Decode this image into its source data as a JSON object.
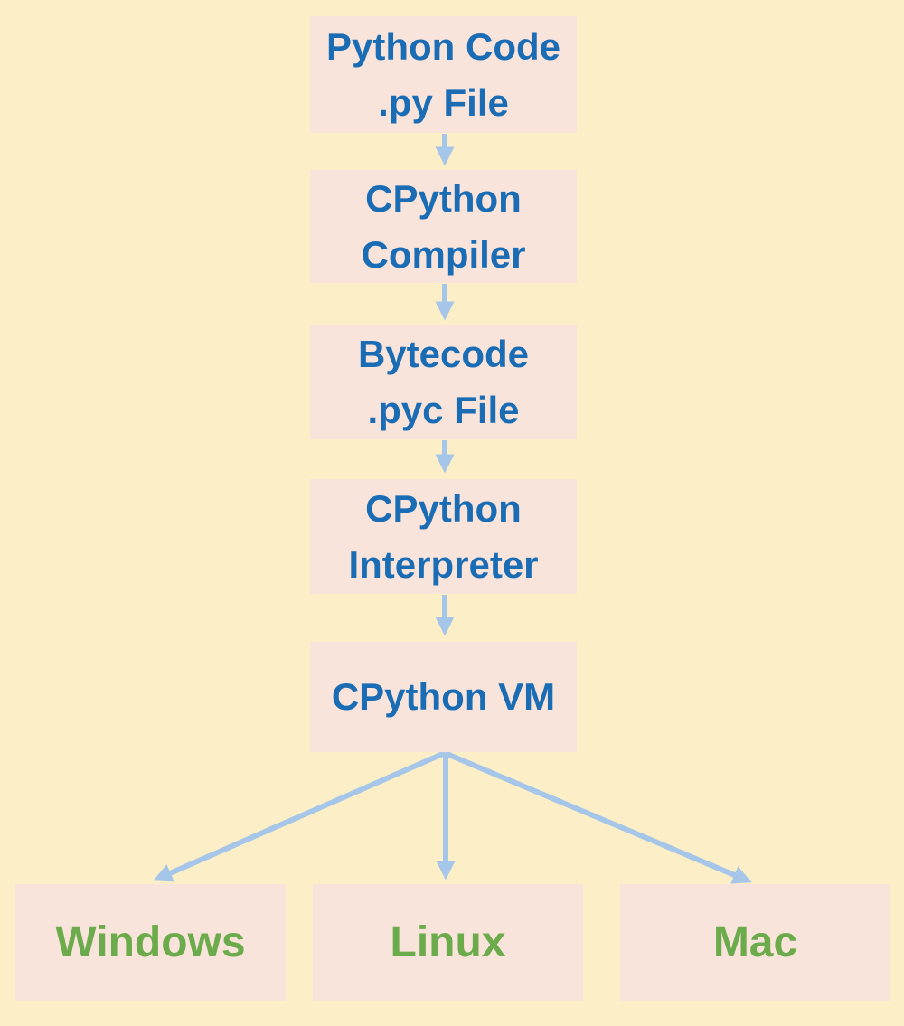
{
  "colors": {
    "background": "#FCEFC8",
    "box_fill": "#F9E4DB",
    "text_blue": "#1A6CB4",
    "text_green": "#6CAB4B",
    "arrow": "#A5C6E8"
  },
  "flow": {
    "stack_nodes": [
      {
        "line1": "Python Code",
        "line2": ".py File"
      },
      {
        "line1": "CPython",
        "line2": "Compiler"
      },
      {
        "line1": "Bytecode",
        "line2": ".pyc File"
      },
      {
        "line1": "CPython",
        "line2": "Interpreter"
      },
      {
        "line1": "CPython VM"
      }
    ],
    "platforms": [
      {
        "label": "Windows"
      },
      {
        "label": "Linux"
      },
      {
        "label": "Mac"
      }
    ]
  }
}
